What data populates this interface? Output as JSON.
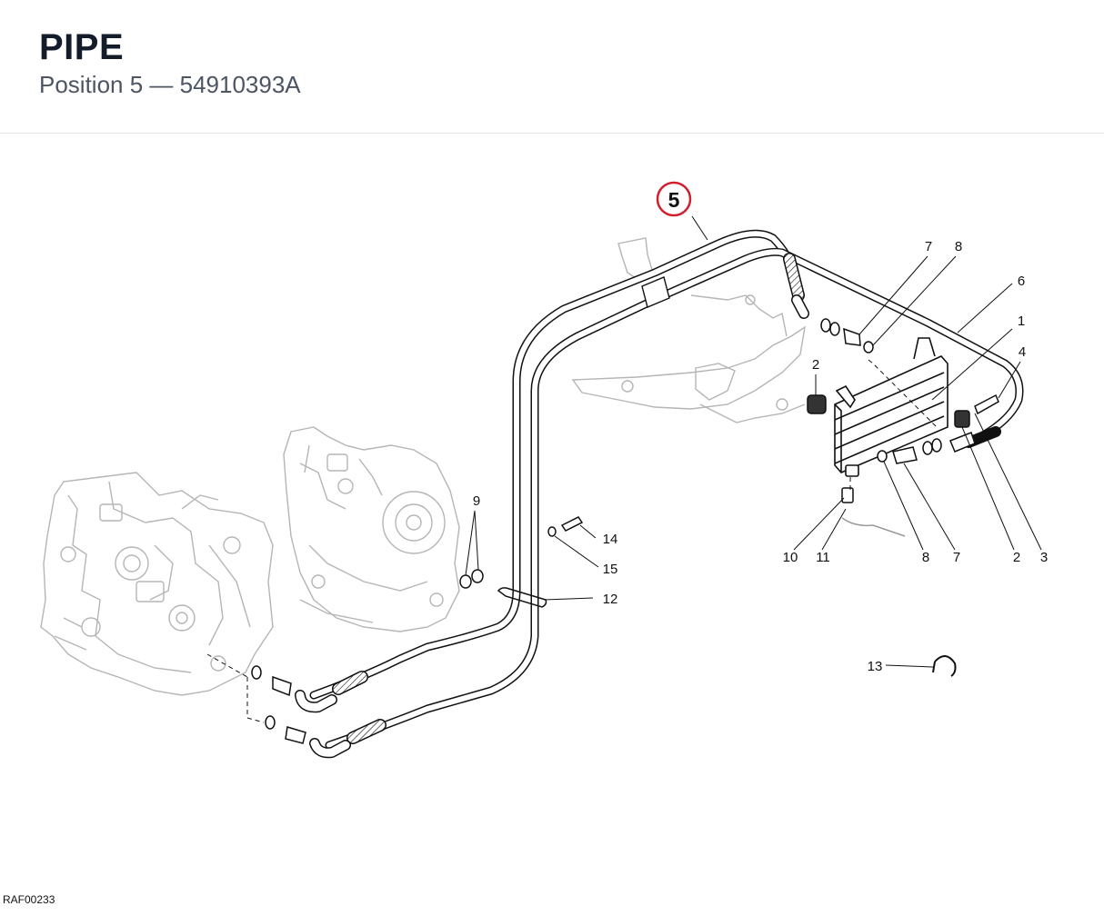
{
  "header": {
    "title": "PIPE",
    "subtitle": "Position 5 — 54910393A"
  },
  "highlight": {
    "number": "5",
    "color": "#d0202e"
  },
  "callouts": [
    {
      "id": "c7a",
      "label": "7"
    },
    {
      "id": "c8a",
      "label": "8"
    },
    {
      "id": "c6",
      "label": "6"
    },
    {
      "id": "c1",
      "label": "1"
    },
    {
      "id": "c4",
      "label": "4"
    },
    {
      "id": "c2a",
      "label": "2"
    },
    {
      "id": "c9",
      "label": "9"
    },
    {
      "id": "c14",
      "label": "14"
    },
    {
      "id": "c15",
      "label": "15"
    },
    {
      "id": "c12",
      "label": "12"
    },
    {
      "id": "c10",
      "label": "10"
    },
    {
      "id": "c11",
      "label": "11"
    },
    {
      "id": "c8b",
      "label": "8"
    },
    {
      "id": "c7b",
      "label": "7"
    },
    {
      "id": "c2b",
      "label": "2"
    },
    {
      "id": "c3",
      "label": "3"
    },
    {
      "id": "c13",
      "label": "13"
    }
  ],
  "footer": {
    "reference": "RAF00233"
  }
}
